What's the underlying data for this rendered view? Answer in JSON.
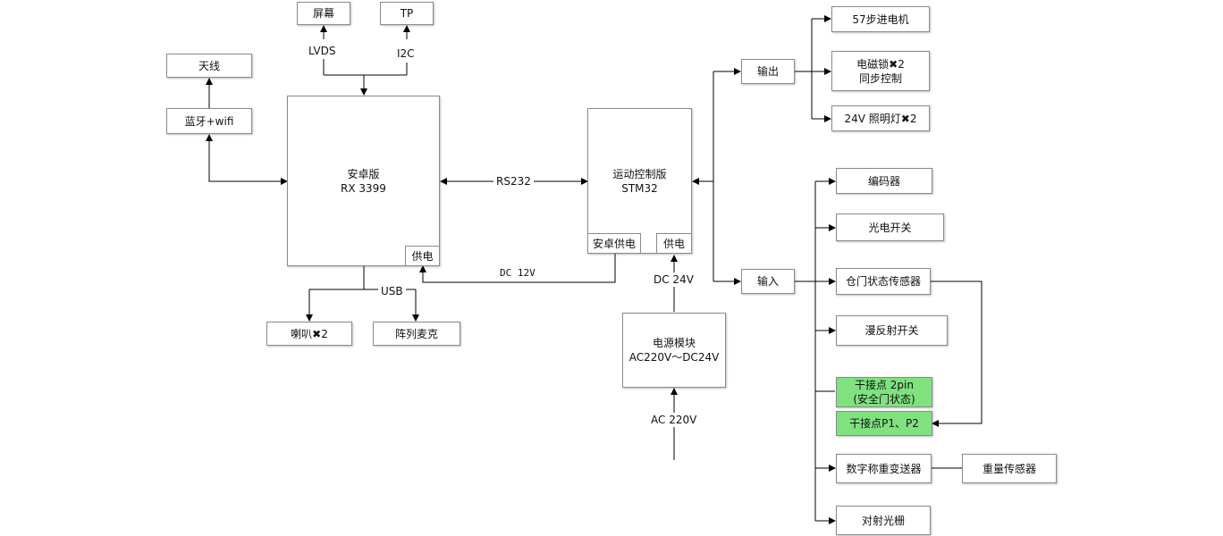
{
  "display": {
    "screen": "屏幕",
    "tp": "TP",
    "lvds": "LVDS",
    "i2c": "I2C"
  },
  "wireless": {
    "antenna": "天线",
    "bt_wifi": "蓝牙+wifi"
  },
  "android_board": {
    "title": "安卓版",
    "model": "RX 3399",
    "power_pin": "供电"
  },
  "audio": {
    "usb": "USB",
    "speaker": "喇叭✖2",
    "mic_array": "阵列麦克"
  },
  "link": {
    "rs232": "RS232",
    "dc12v": "DC 12V",
    "dc24v": "DC 24V",
    "ac220v": "AC 220V"
  },
  "motion_board": {
    "title": "运动控制版",
    "model": "STM32",
    "android_power": "安卓供电",
    "power_pin": "供电"
  },
  "power_module": {
    "title": "电源模块",
    "spec": "AC220V～DC24V"
  },
  "output": {
    "label": "输出",
    "items": [
      {
        "line1": "57步进电机",
        "line2": ""
      },
      {
        "line1": "电磁锁✖2",
        "line2": "同步控制"
      },
      {
        "line1": "24V 照明灯✖2",
        "line2": ""
      }
    ]
  },
  "input": {
    "label": "输入",
    "items": [
      {
        "line1": "编码器",
        "line2": ""
      },
      {
        "line1": "光电开关",
        "line2": ""
      },
      {
        "line1": "仓门状态传感器",
        "line2": ""
      },
      {
        "line1": "漫反射开关",
        "line2": ""
      },
      {
        "line1": "干接点 2pin",
        "line2": "(安全门状态)"
      },
      {
        "line1": "干接点P1、P2",
        "line2": ""
      },
      {
        "line1": "数字称重变送器",
        "line2": ""
      },
      {
        "line1": "对射光栅",
        "line2": ""
      }
    ],
    "weight_sensor": "重量传感器"
  },
  "colors": {
    "line": "#000000",
    "box_border": "#8a8a8a",
    "highlight": "#7fe27f"
  }
}
